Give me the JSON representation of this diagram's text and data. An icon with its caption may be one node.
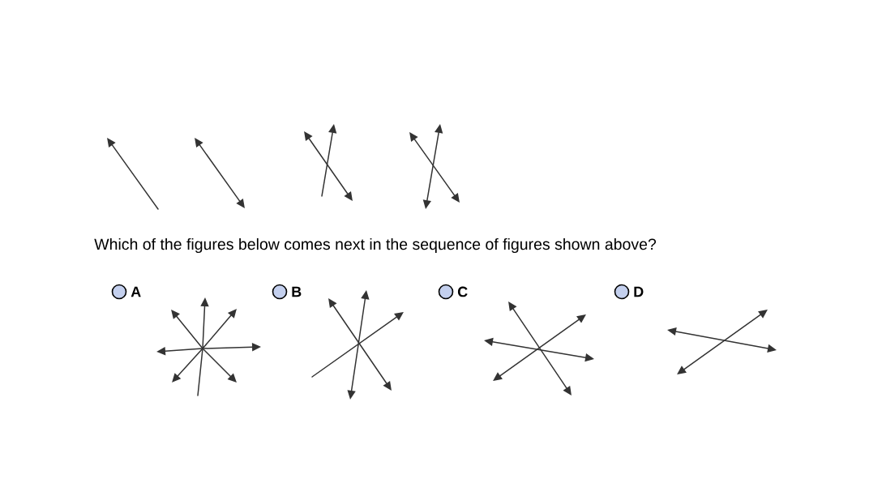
{
  "diagram": {
    "labels": [
      "Which of the figures below comes next in the sequence of figures shown above?",
      "A",
      "B",
      "C",
      "D"
    ]
  }
}
